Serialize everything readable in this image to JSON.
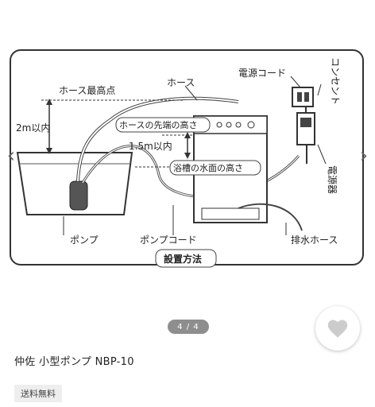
{
  "diagram": {
    "hose_top": "ホース最高点",
    "hose": "ホース",
    "cord": "電源コード",
    "outlet": "コンセント",
    "height_2m": "2m以内",
    "height_15m": "1.5m以内",
    "hose_tip": "ホースの先端の高さ",
    "water_surface": "浴槽の水面の高さ",
    "power_unit": "電源器",
    "pump": "ポンプ",
    "pump_cord": "ポンプコード",
    "drain_hose": "排水ホース",
    "caption": "設置方法"
  },
  "pager": {
    "text": "4 / 4"
  },
  "product": {
    "title": "仲佐 小型ポンプ NBP-10",
    "shipping_badge": "送料無料"
  },
  "colors": {
    "heart": "#cccccc",
    "pager_bg": "#8e8e8e"
  }
}
